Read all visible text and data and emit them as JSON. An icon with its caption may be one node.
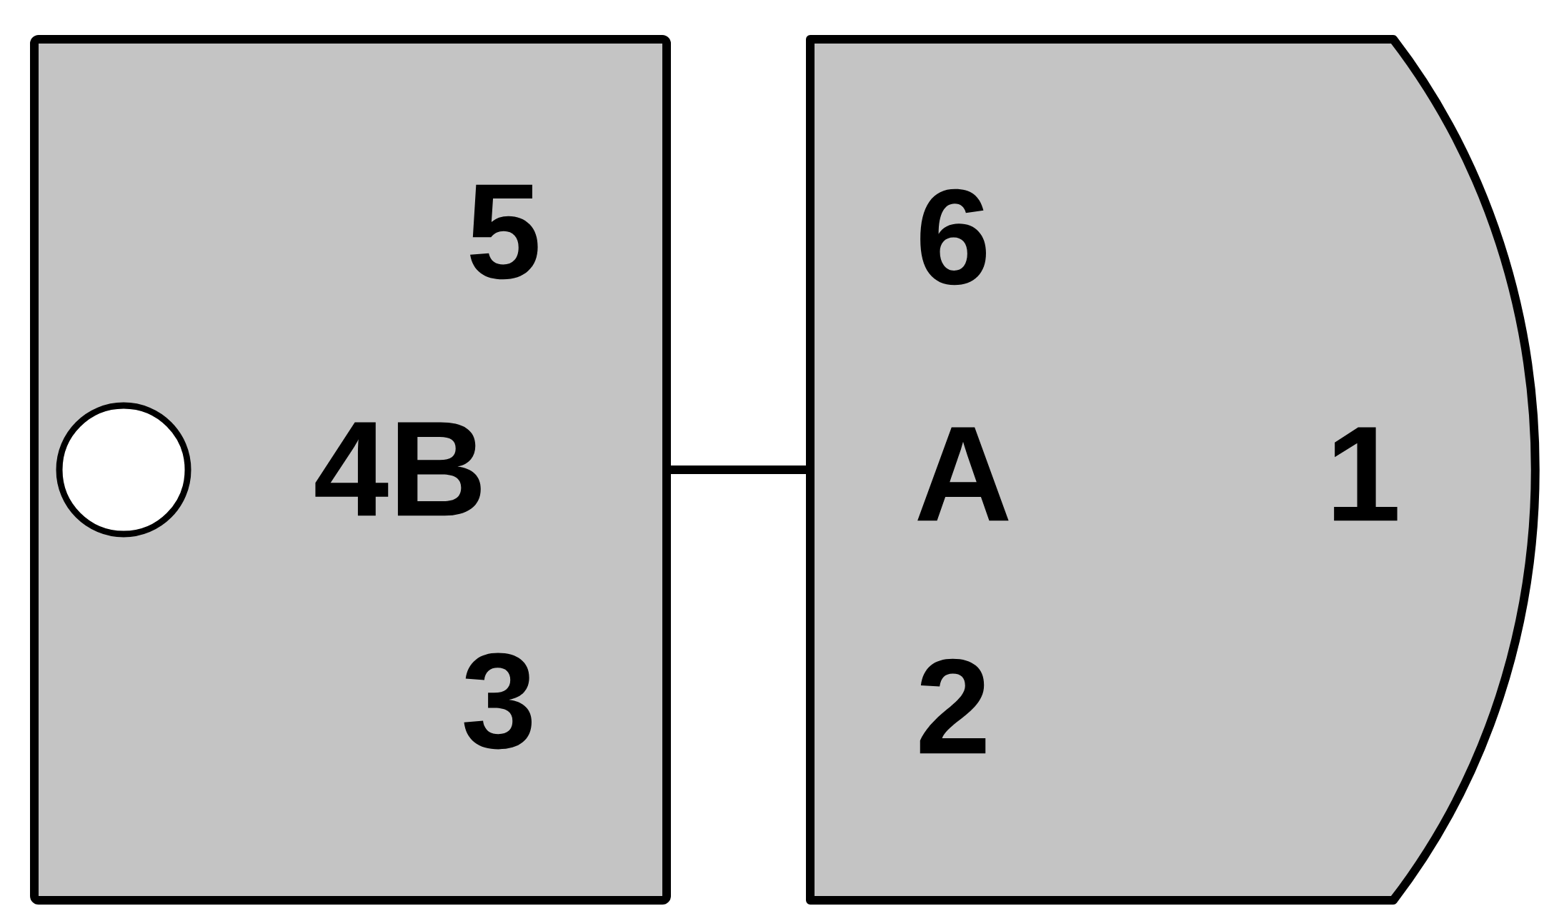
{
  "diagram": {
    "nodes": [
      {
        "text": [
          "5",
          "4B",
          "3"
        ]
      },
      {
        "text": [
          "6",
          "A",
          "1",
          "2"
        ]
      },
      {
        "text": [],
        "shape": "circle",
        "in": 0
      }
    ],
    "edges": [
      {
        "from": 0,
        "to": 1,
        "arrow": "none"
      }
    ]
  }
}
